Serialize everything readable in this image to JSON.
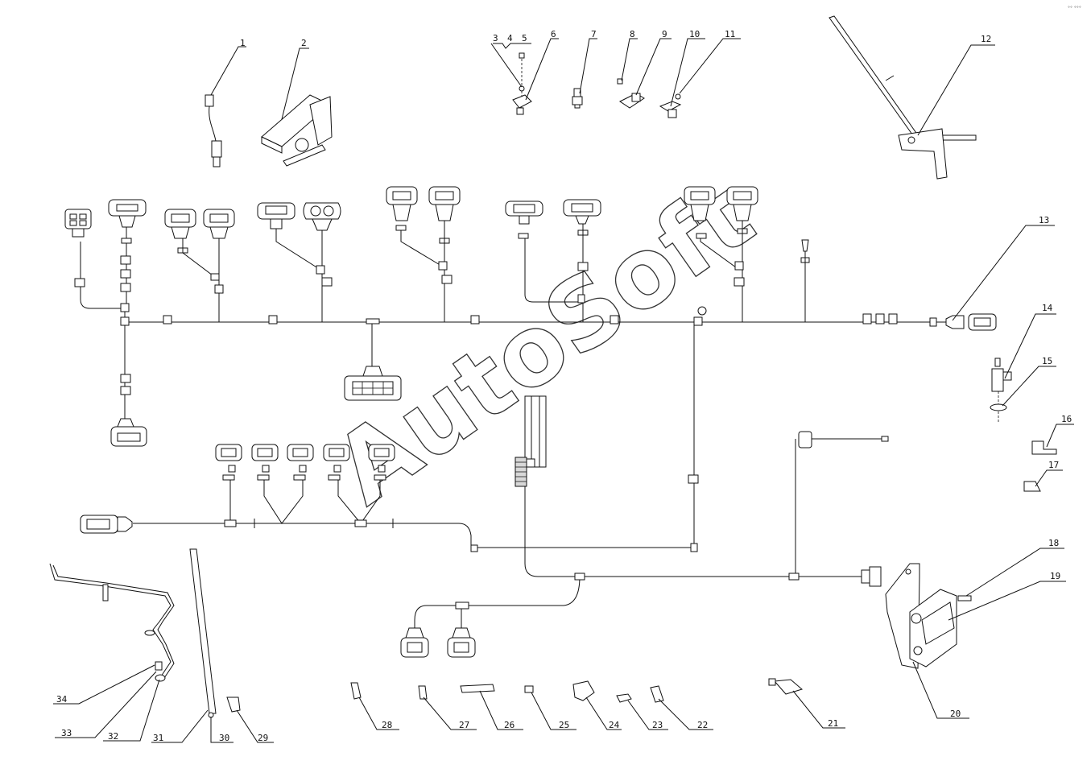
{
  "watermark": "AutoSoft",
  "corner_note": "°° °°°",
  "callouts": [
    "1",
    "2",
    "3",
    "4",
    "5",
    "6",
    "7",
    "8",
    "9",
    "10",
    "11",
    "12",
    "13",
    "14",
    "15",
    "16",
    "17",
    "18",
    "19",
    "20",
    "21",
    "22",
    "23",
    "24",
    "25",
    "26",
    "27",
    "28",
    "29",
    "30",
    "31",
    "32",
    "33",
    "34"
  ]
}
